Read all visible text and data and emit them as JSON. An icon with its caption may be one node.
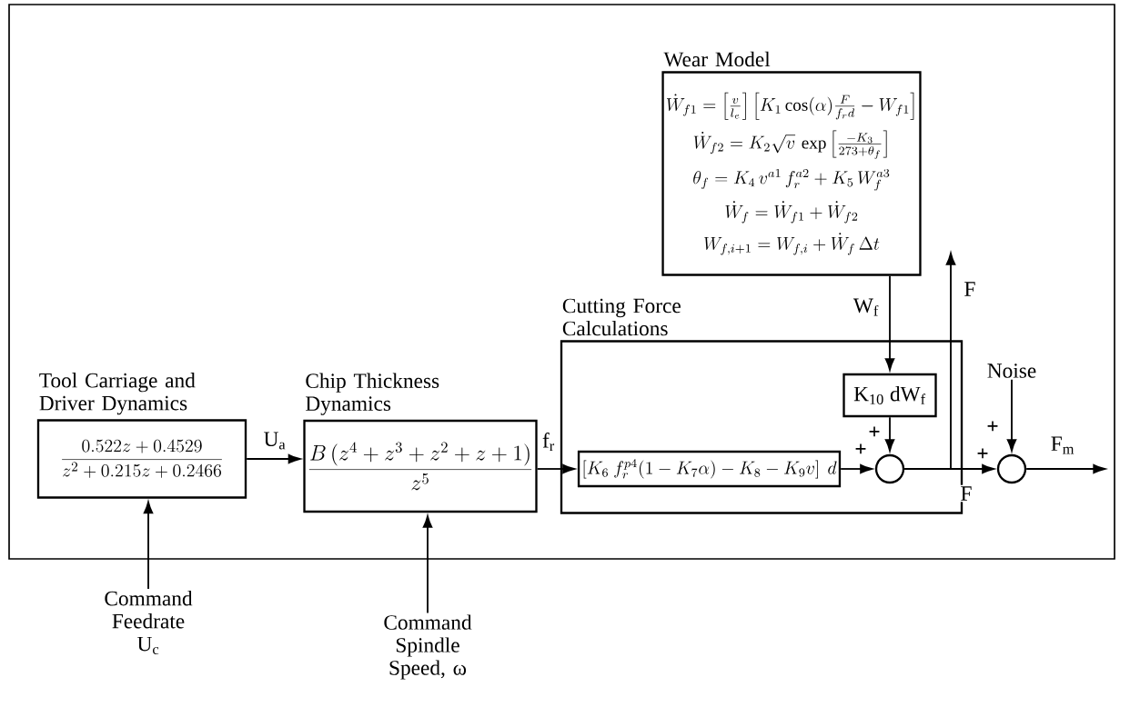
{
  "diagram": {
    "nodes": [
      {
        "text": [],
        "shape": "box"
      },
      {
        "text": [
          "Tool Carriage and Driver Dynamics",
          "\\frac{0.522z+0.4529}{z^{2}+0.215z+0.2466}"
        ],
        "in": 0
      },
      {
        "text": [
          "Chip Thickness Dynamics",
          "\\frac{B\\,(z^{4}+z^{3}+z^{2}+z+1)}{z^{5}}"
        ],
        "in": 0
      },
      {
        "text": [
          "Cutting Force Calculations"
        ],
        "in": 0
      },
      {
        "text": [
          "\\left[K_{6}\\ f_{r}^{p4}(1-K_{7}\\alpha)-K_{8}-K_{9}v\\right]\\ d"
        ],
        "in": 3
      },
      {
        "text": [
          "K$_{10}$ dW$_{f}$"
        ],
        "in": 3
      },
      {
        "text": [],
        "shape": "circle",
        "in": 3
      },
      {
        "text": [
          "Wear Model",
          "\\dot{W}_{f1}=\\left[\\frac{v}{l_{e}}\\right]\\left[K_{1}\\cos(\\alpha)\\frac{F}{f_{r}d}-W_{f1}\\right]",
          "\\dot{W}_{f2}=K_{2}\\sqrt{v}\\,\\exp\\left[\\frac{-K_{3}}{273+\\theta_{f}}\\right]",
          "\\theta_{f}=K_{4}\\,v^{a1}\\,f_{r}^{a2}+K_{5}\\,W_{f}^{a3}",
          "\\dot{W}_{f}=\\dot{W}_{f1}+\\dot{W}_{f2}",
          "W_{f,i+1}=W_{f,i}+\\dot{W}_{f}\\,\\Delta t"
        ],
        "in": 0
      },
      {
        "text": [],
        "shape": "circle",
        "in": 0
      },
      {
        "text": [
          "Command Feedrate U$_{c}$"
        ]
      },
      {
        "text": [
          "Command Spindle Speed, ω"
        ]
      },
      {
        "text": [
          "Noise"
        ],
        "in": 0
      }
    ],
    "edges": [
      {
        "from": 1,
        "to": 2,
        "arrow": "to",
        "label": "U$_{a}$"
      },
      {
        "from": 2,
        "to": 4,
        "arrow": "to",
        "label": "f$_{r}$"
      },
      {
        "from": 4,
        "to": 6,
        "arrow": "to"
      },
      {
        "from": 7,
        "to": 5,
        "arrow": "to",
        "label": "W$_{f}$"
      },
      {
        "from": 5,
        "to": 6,
        "arrow": "to"
      },
      {
        "from": 6,
        "to": 8,
        "arrow": "to",
        "label": "F"
      },
      {
        "from": 6,
        "to": null,
        "arrow": "to",
        "label": "F"
      },
      {
        "from": 11,
        "to": 8,
        "arrow": "to"
      },
      {
        "from": 8,
        "to": null,
        "arrow": "to",
        "label": "F$_{m}$"
      },
      {
        "from": 9,
        "to": 1,
        "arrow": "to"
      },
      {
        "from": 10,
        "to": 2,
        "arrow": "to"
      }
    ],
    "labels": [
      "+",
      "+",
      "+",
      "+"
    ]
  }
}
